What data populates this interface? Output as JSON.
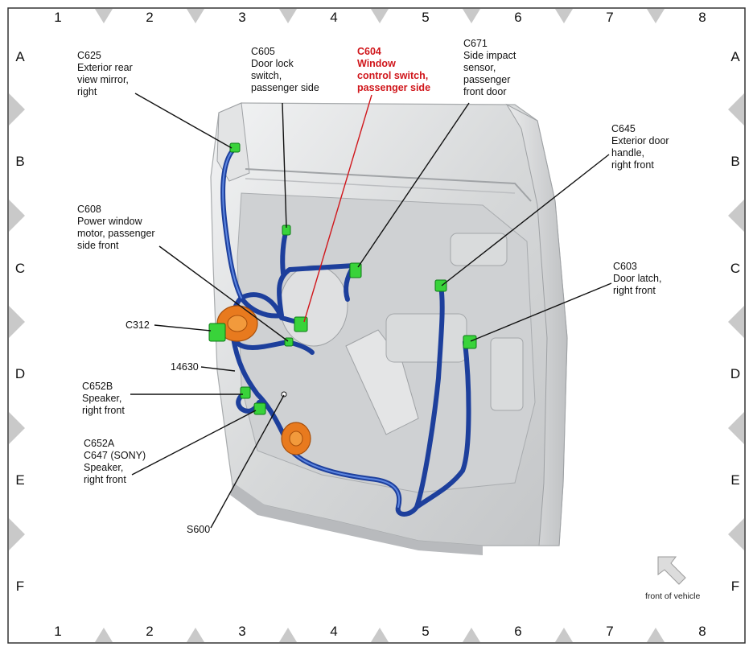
{
  "grid": {
    "columns": [
      "1",
      "2",
      "3",
      "4",
      "5",
      "6",
      "7",
      "8"
    ],
    "rows": [
      "A",
      "B",
      "C",
      "D",
      "E",
      "F"
    ]
  },
  "callouts": {
    "c625": {
      "code": "C625",
      "desc": [
        "Exterior rear",
        "view mirror,",
        "right"
      ]
    },
    "c605": {
      "code": "C605",
      "desc": [
        "Door lock",
        "switch,",
        "passenger side"
      ]
    },
    "c604": {
      "code": "C604",
      "desc": [
        "Window",
        "control switch,",
        "passenger side"
      ]
    },
    "c671": {
      "code": "C671",
      "desc": [
        "Side impact",
        "sensor,",
        "passenger",
        "front door"
      ]
    },
    "c645": {
      "code": "C645",
      "desc": [
        "Exterior door",
        "handle,",
        "right front"
      ]
    },
    "c608": {
      "code": "C608",
      "desc": [
        "Power window",
        "motor, passenger",
        "side front"
      ]
    },
    "c603": {
      "code": "C603",
      "desc": [
        "Door latch,",
        "right front"
      ]
    },
    "c312": {
      "code": "C312"
    },
    "h14630": {
      "code": "14630"
    },
    "c652b": {
      "code": "C652B",
      "desc": [
        "Speaker,",
        "right front"
      ]
    },
    "c652a": {
      "code": "C652A",
      "desc": [
        "C647 (SONY)",
        "Speaker,",
        "right front"
      ]
    },
    "s600": {
      "code": "S600"
    }
  },
  "orientation_label": "front of vehicle",
  "colors": {
    "highlight": "#d0161b",
    "harness": "#1d3f9c",
    "connector": "#39d33a",
    "component_orange": "#e87a1e",
    "door_panel": "#d9dadb"
  }
}
